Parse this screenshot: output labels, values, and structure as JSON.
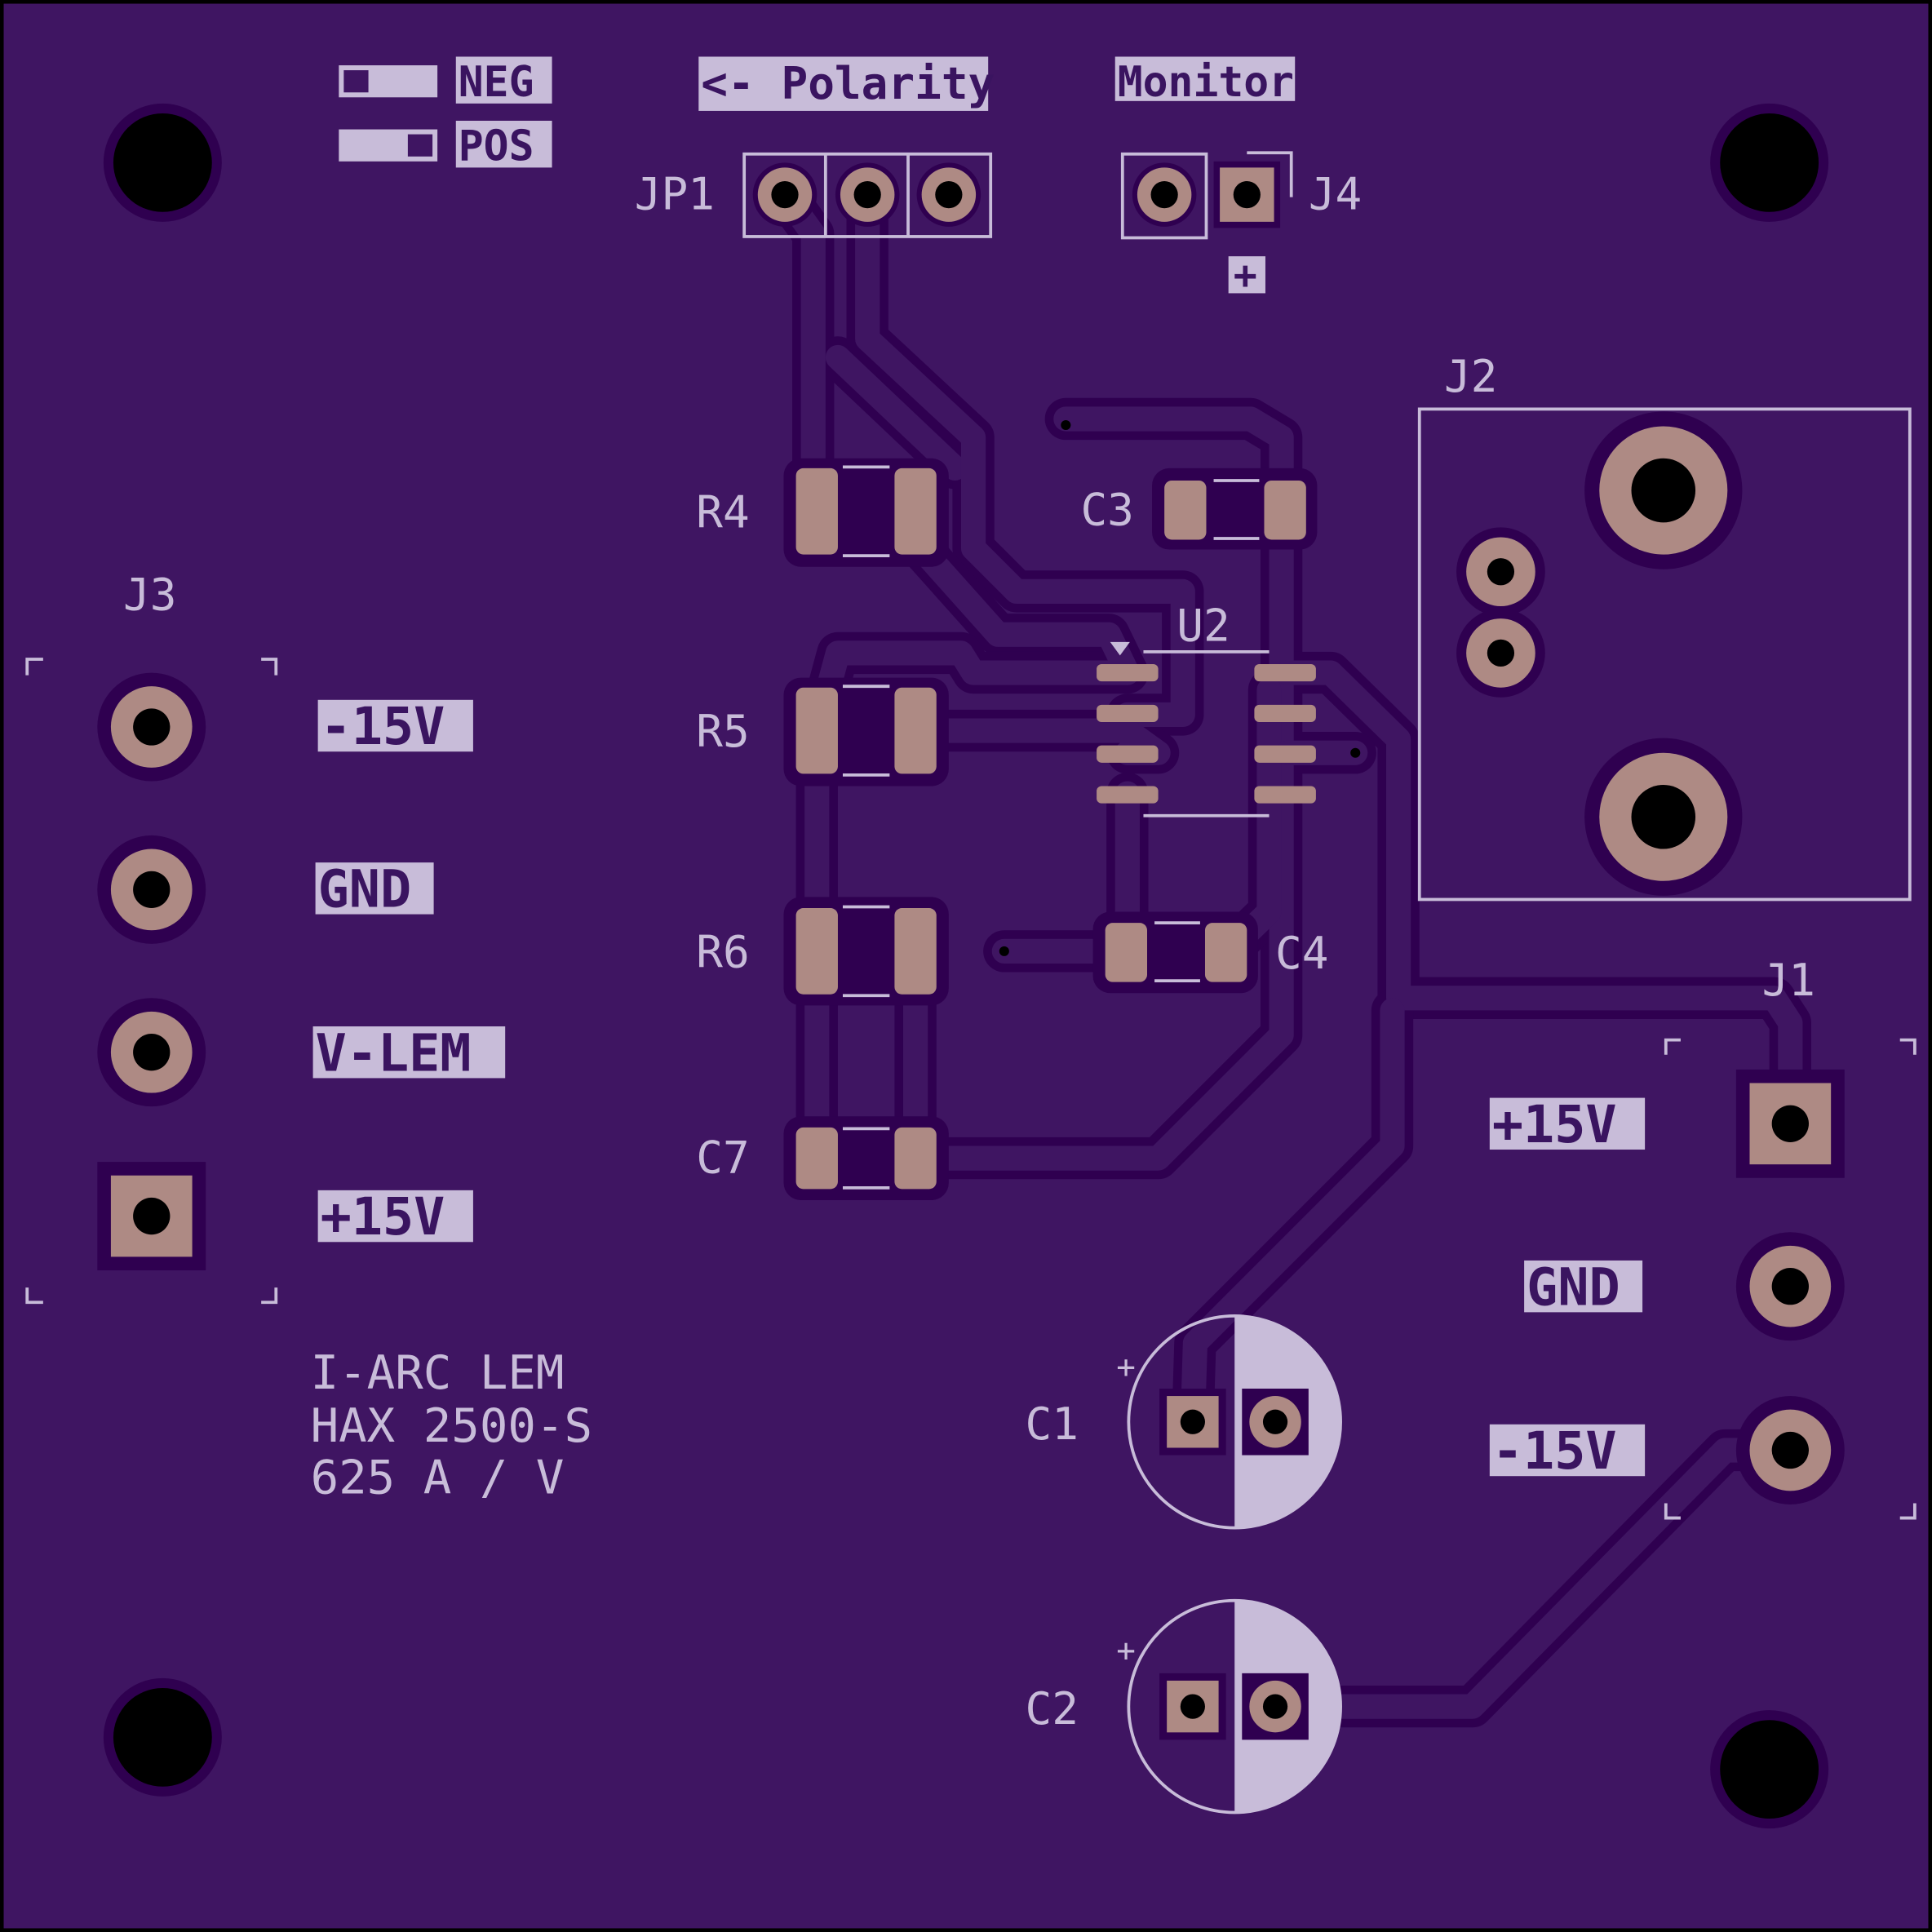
{
  "board": {
    "colors": {
      "substrate": "#3f1562",
      "clearance": "#2f0050",
      "pad": "#ae8a84",
      "silkscreen": "#c8bcd9",
      "hole": "#000000"
    }
  },
  "polarity": {
    "neg": "NEG",
    "pos": "POS",
    "title": "<- Polarity",
    "monitor": "Monitor",
    "plus": "+"
  },
  "refs": {
    "jp1": "JP1",
    "j4": "J4",
    "j2": "J2",
    "j3": "J3",
    "j1": "J1",
    "r4": "R4",
    "r5": "R5",
    "r6": "R6",
    "c7": "C7",
    "c3": "C3",
    "c4": "C4",
    "u2": "U2",
    "c1": "C1",
    "c2": "C2",
    "c1_plus": "+",
    "c2_plus": "+"
  },
  "j3_labels": [
    "-15V",
    "GND",
    "V-LEM",
    "+15V"
  ],
  "j1_labels": [
    "+15V",
    "GND",
    "-15V"
  ],
  "notes": [
    "I-ARC LEM",
    "HAX 2500-S",
    "625 A / V"
  ]
}
